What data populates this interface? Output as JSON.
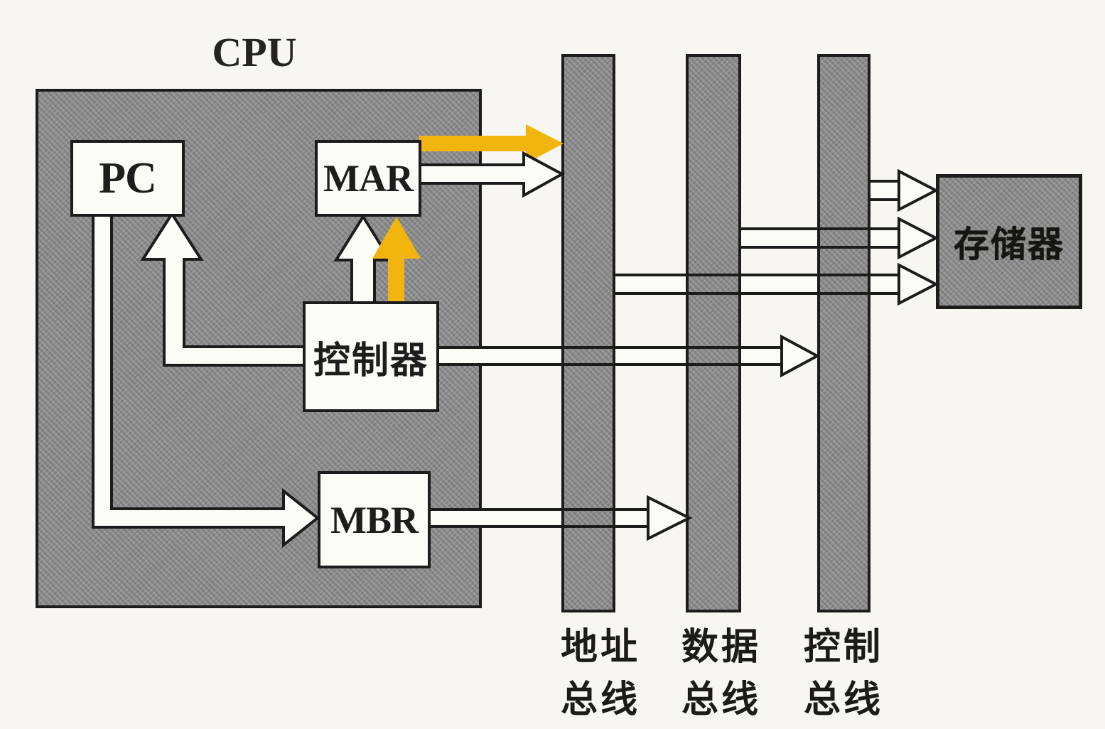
{
  "diagram": {
    "title": "CPU",
    "components": {
      "pc": "PC",
      "mar": "MAR",
      "controller": "控制器",
      "mbr": "MBR",
      "memory": "存储器"
    },
    "buses": [
      {
        "id": "address-bus",
        "line1": "地址",
        "line2": "总线"
      },
      {
        "id": "data-bus",
        "line1": "数据",
        "line2": "总线"
      },
      {
        "id": "control-bus",
        "line1": "控制",
        "line2": "总线"
      }
    ],
    "colors": {
      "highlight_yellow": "#F2B50D",
      "panel_gray": "#8F8F8F",
      "ink": "#1C1C1C",
      "paper_white": "#FBFBF8"
    }
  }
}
